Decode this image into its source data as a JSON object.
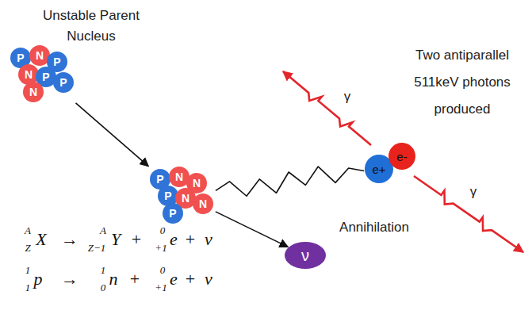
{
  "diagram": {
    "nodes": [
      {
        "text": [
          "Unstable Parent Nucleus"
        ]
      },
      {
        "text": [
          "P"
        ],
        "in": 0
      },
      {
        "text": [
          "N"
        ],
        "in": 0
      },
      {
        "text": [
          "P"
        ],
        "in": 0
      },
      {
        "text": [
          "N"
        ],
        "in": 0
      },
      {
        "text": [
          "P"
        ],
        "in": 0
      },
      {
        "text": [
          "P"
        ],
        "in": 0
      },
      {
        "text": [
          "N"
        ],
        "in": 0
      },
      {
        "text": []
      },
      {
        "text": [
          "P"
        ],
        "in": 8
      },
      {
        "text": [
          "N"
        ],
        "in": 8
      },
      {
        "text": [
          "N"
        ],
        "in": 8
      },
      {
        "text": [
          "P"
        ],
        "in": 8
      },
      {
        "text": [
          "N"
        ],
        "in": 8
      },
      {
        "text": [
          "N"
        ],
        "in": 8
      },
      {
        "text": [
          "P"
        ],
        "in": 8
      },
      {
        "text": [
          "ν"
        ]
      },
      {
        "text": [
          "e+"
        ]
      },
      {
        "text": [
          "e-"
        ]
      }
    ],
    "edges": [
      {
        "from": 0,
        "to": 8,
        "arrow": "to"
      },
      {
        "from": 8,
        "to": 16,
        "arrow": "to"
      },
      {
        "from": 8,
        "to": 17,
        "arrow": "none"
      }
    ],
    "labels": [
      "Two antiparallel 511keV photons produced",
      "γ",
      "γ",
      "Annihilation",
      "A",
      "Z",
      "X",
      "→",
      "A",
      "Z−1",
      "Y",
      "+",
      "0",
      "+1",
      "e",
      "+",
      "ν",
      "1",
      "1",
      "p",
      "→",
      "1",
      "0",
      "n",
      "+",
      "0",
      "+1",
      "e",
      "+",
      "ν"
    ]
  }
}
